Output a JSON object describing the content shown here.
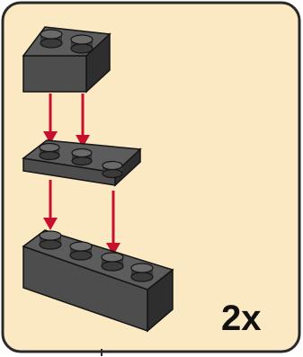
{
  "panel": {
    "background_color": "#fbe9c4",
    "border_color": "#2a2a2a",
    "multiplier_label": "2x"
  },
  "bricks": [
    {
      "name": "brick-2x2",
      "studs": 2,
      "color": "#4a4a4a"
    },
    {
      "name": "plate-1x3",
      "studs": 3,
      "color": "#4a4a4a"
    },
    {
      "name": "brick-1x4",
      "studs": 4,
      "color": "#4a4a4a"
    }
  ],
  "arrows": {
    "color": "#c8102e",
    "count": 4
  }
}
